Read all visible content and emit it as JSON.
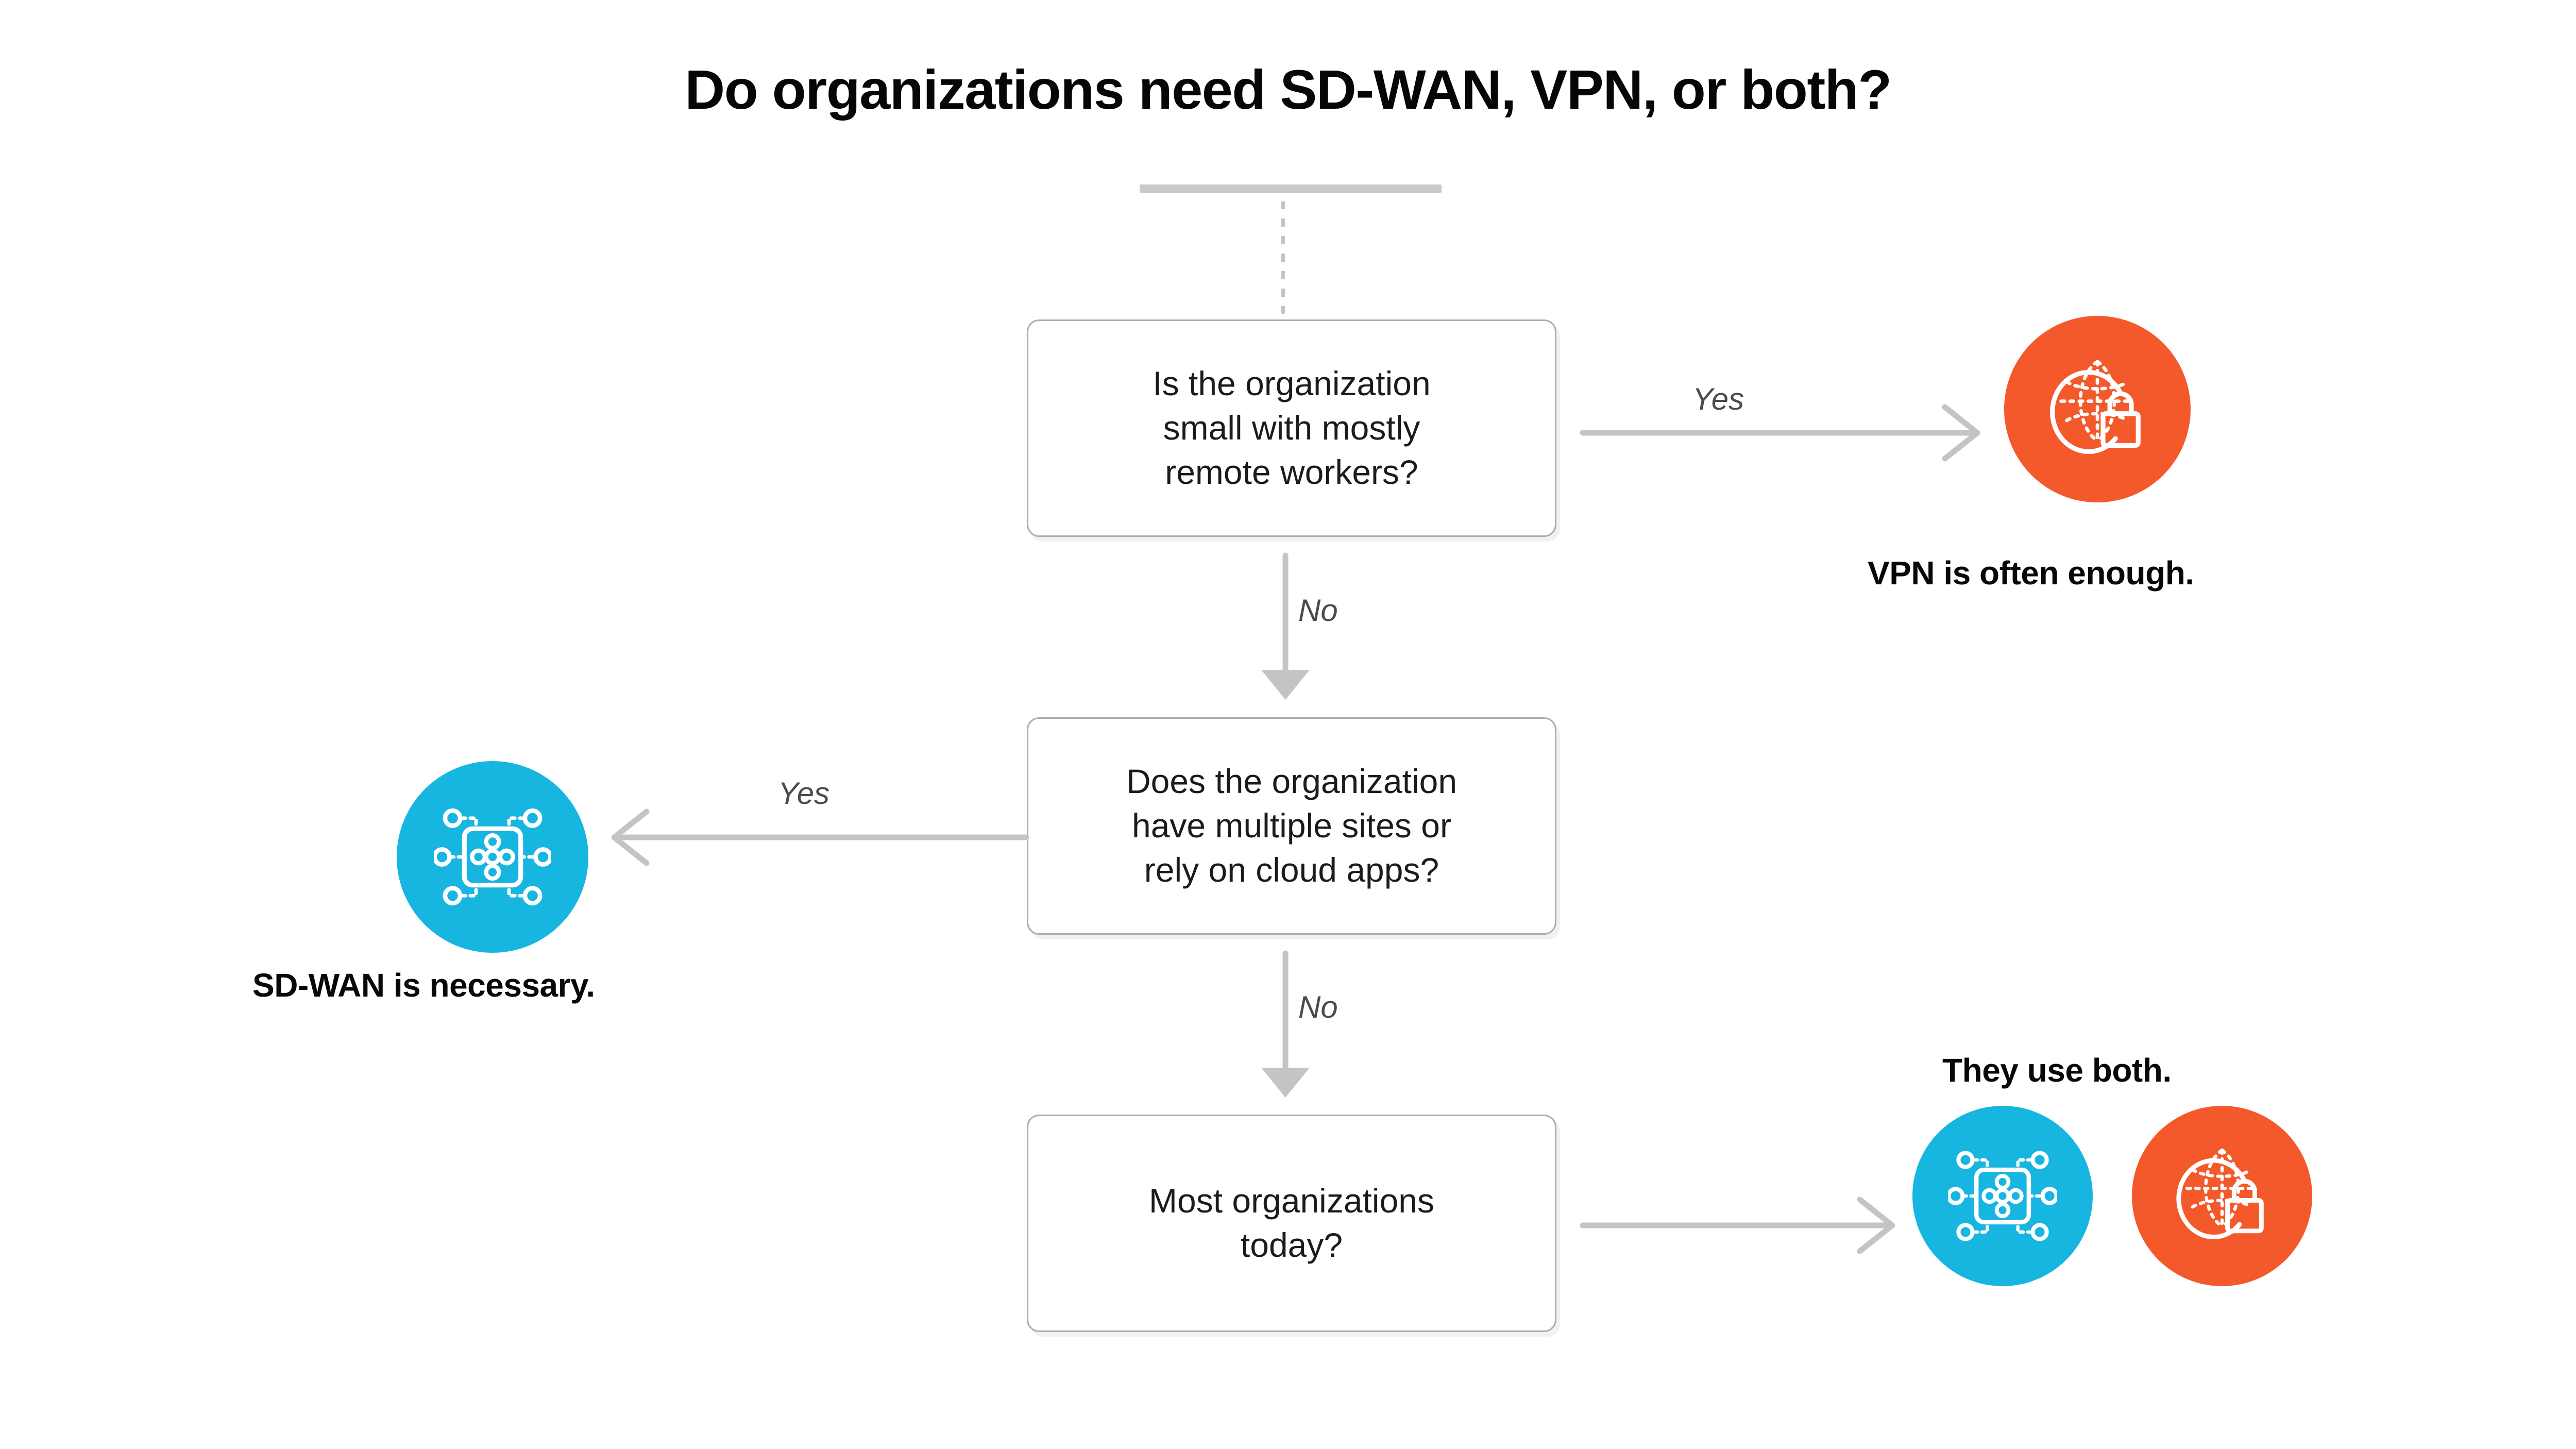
{
  "page": {
    "title": "Do organizations need SD-WAN, VPN, or both?",
    "background_color": "#ffffff"
  },
  "palette": {
    "vpn_orange": "#f4592b",
    "sdwan_blue": "#17b6e0",
    "box_border": "#a9adb4",
    "arrow_gray": "#c4c4c4",
    "label_gray": "#4b4b4b",
    "text_black": "#1b1b1b"
  },
  "flow": {
    "nodes": [
      {
        "id": "decision-1",
        "type": "decision",
        "text": "Is the organization\nsmall with mostly\nremote workers?"
      },
      {
        "id": "decision-2",
        "type": "decision",
        "text": "Does the organization\nhave multiple sites or\nrely on cloud apps?"
      },
      {
        "id": "decision-3",
        "type": "decision",
        "text": "Most organizations\ntoday?"
      }
    ],
    "edges": [
      {
        "id": "edge-1",
        "from": "decision-1",
        "to": "outcome-vpn",
        "label": "Yes",
        "direction": "right"
      },
      {
        "id": "edge-2",
        "from": "decision-1",
        "to": "decision-2",
        "label": "No",
        "direction": "down"
      },
      {
        "id": "edge-3",
        "from": "decision-2",
        "to": "outcome-sdwan",
        "label": "Yes",
        "direction": "left"
      },
      {
        "id": "edge-4",
        "from": "decision-2",
        "to": "decision-3",
        "label": "No",
        "direction": "down"
      },
      {
        "id": "edge-5",
        "from": "decision-3",
        "to": "outcome-both",
        "label": "",
        "direction": "right"
      }
    ],
    "outcomes": [
      {
        "id": "outcome-vpn",
        "caption": "VPN is often enough.",
        "icons": [
          {
            "name": "globe-lock-icon",
            "color": "#f4592b"
          }
        ]
      },
      {
        "id": "outcome-sdwan",
        "caption": "SD-WAN is necessary.",
        "icons": [
          {
            "name": "network-nodes-icon",
            "color": "#17b6e0"
          }
        ]
      },
      {
        "id": "outcome-both",
        "caption": "They use both.",
        "icons": [
          {
            "name": "network-nodes-icon",
            "color": "#17b6e0"
          },
          {
            "name": "globe-lock-icon",
            "color": "#f4592b"
          }
        ]
      }
    ]
  }
}
